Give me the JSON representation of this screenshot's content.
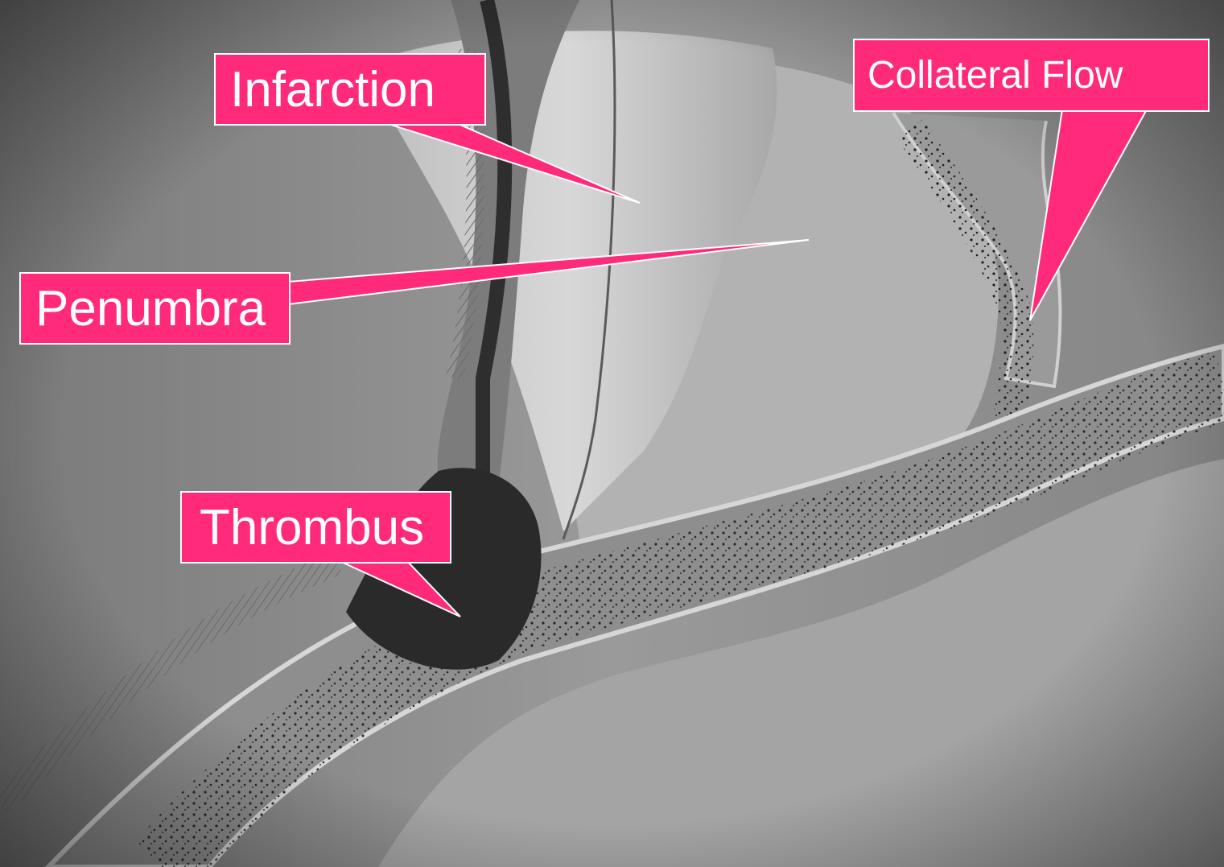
{
  "figure": {
    "labels": {
      "infarction": "Infarction",
      "penumbra": "Penumbra",
      "thrombus": "Thrombus",
      "collateral_flow": "Collateral Flow"
    },
    "colors": {
      "callout_fill": "#ff2a7a",
      "callout_border": "#ffffff",
      "callout_text": "#ffffff",
      "tissue_background": "#8a8a8a",
      "vessel_wall": "#c8c8c8",
      "blood_clot": "#2a2a2a"
    }
  }
}
